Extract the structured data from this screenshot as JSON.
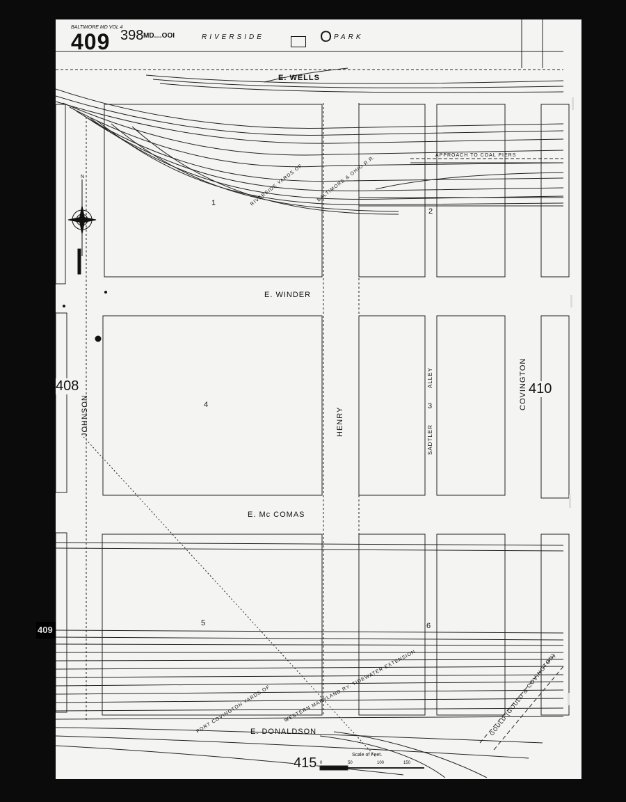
{
  "header": {
    "sheet_number": "409",
    "city_vol": "BALTIMORE MD VOL 4",
    "adjoining_top": "398",
    "park_name": "RIVERSIDE",
    "park_suffix": "PARK",
    "park_letter": "O",
    "small_code": "MD....OOI"
  },
  "streets": {
    "wells": "E. WELLS",
    "winder": "E. WINDER",
    "mccomas": "E. Mc COMAS",
    "donaldson": "E. DONALDSON",
    "johnson": "JOHNSON",
    "henry": "HENRY",
    "covington": "COVINGTON",
    "sadtler_alley": "SADTLER",
    "alley_word": "ALLEY",
    "gould": "GOULD (GOULD & COVINGTON)"
  },
  "blocks": {
    "b1": "1",
    "b2": "2",
    "b3": "3",
    "b4": "4",
    "b5": "5",
    "b6": "6"
  },
  "adjoining_sheets": {
    "left": "408",
    "right": "410",
    "bottom": "415",
    "tab": "409"
  },
  "annotations": {
    "riverside_yards": "RIVERSIDE YARDS OF",
    "bo_rr": "BALTIMORE & OHIO R.R.",
    "approach": "APPROACH TO COAL PIERS",
    "port_covington": "PORT COVINGTON YARDS OF",
    "western_maryland": "WESTERN MARYLAND RY. TIDEWATER EXTENSION",
    "scale_title": "Scale of Feet."
  },
  "scale_ticks": [
    "0",
    "50",
    "100",
    "150"
  ],
  "compass": {
    "north": "N"
  }
}
